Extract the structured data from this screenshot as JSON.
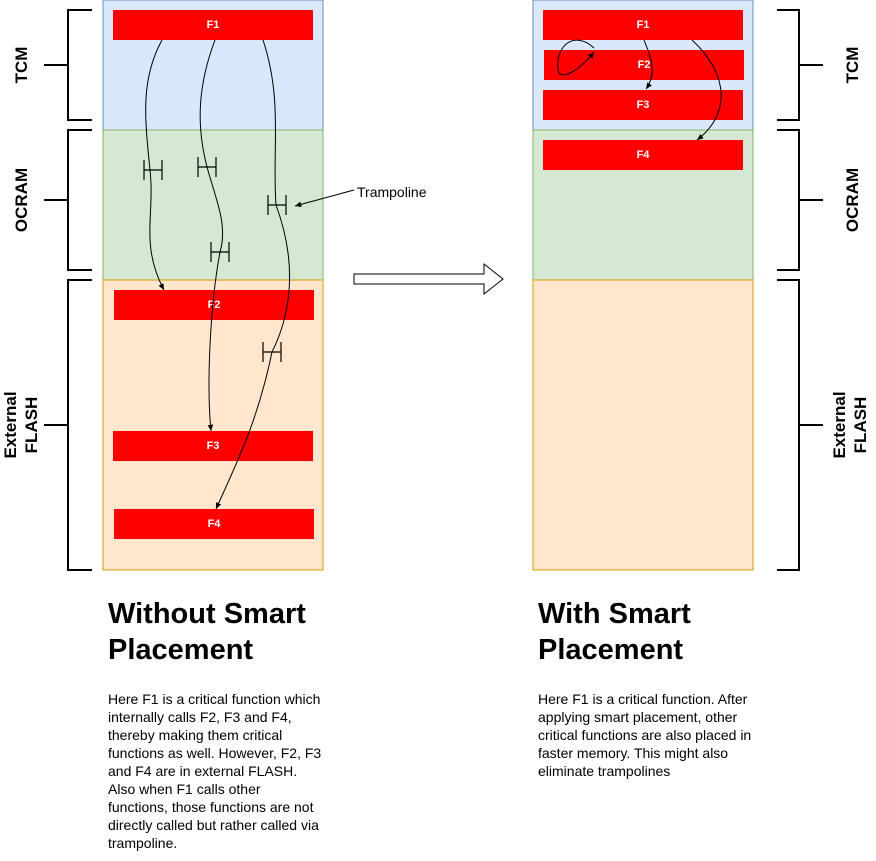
{
  "regions": {
    "tcm": "TCM",
    "ocram": "OCRAM",
    "flash_line1": "External",
    "flash_line2": "FLASH"
  },
  "functions": {
    "f1": "F1",
    "f2": "F2",
    "f3": "F3",
    "f4": "F4"
  },
  "annotation": {
    "trampoline": "Trampoline"
  },
  "left": {
    "title_line1": "Without Smart",
    "title_line2": "Placement",
    "description": "Here F1 is a critical function which internally calls F2, F3 and F4, thereby making them critical functions as well. However, F2, F3 and F4 are in external FLASH. Also when F1 calls other functions, those functions are not directly called but rather called via trampoline."
  },
  "right": {
    "title_line1": "With Smart",
    "title_line2": "Placement",
    "description": "Here F1 is a critical function. After applying smart placement, other critical functions are also placed in faster memory. This might also eliminate trampolines"
  },
  "colors": {
    "tcm_fill": "#dae8fc",
    "tcm_stroke": "#6c8ebf",
    "ocram_fill": "#d5e8d4",
    "ocram_stroke": "#82b366",
    "flash_fill": "#ffe6cc",
    "flash_stroke": "#d79b00",
    "function_fill": "#ff0000"
  }
}
